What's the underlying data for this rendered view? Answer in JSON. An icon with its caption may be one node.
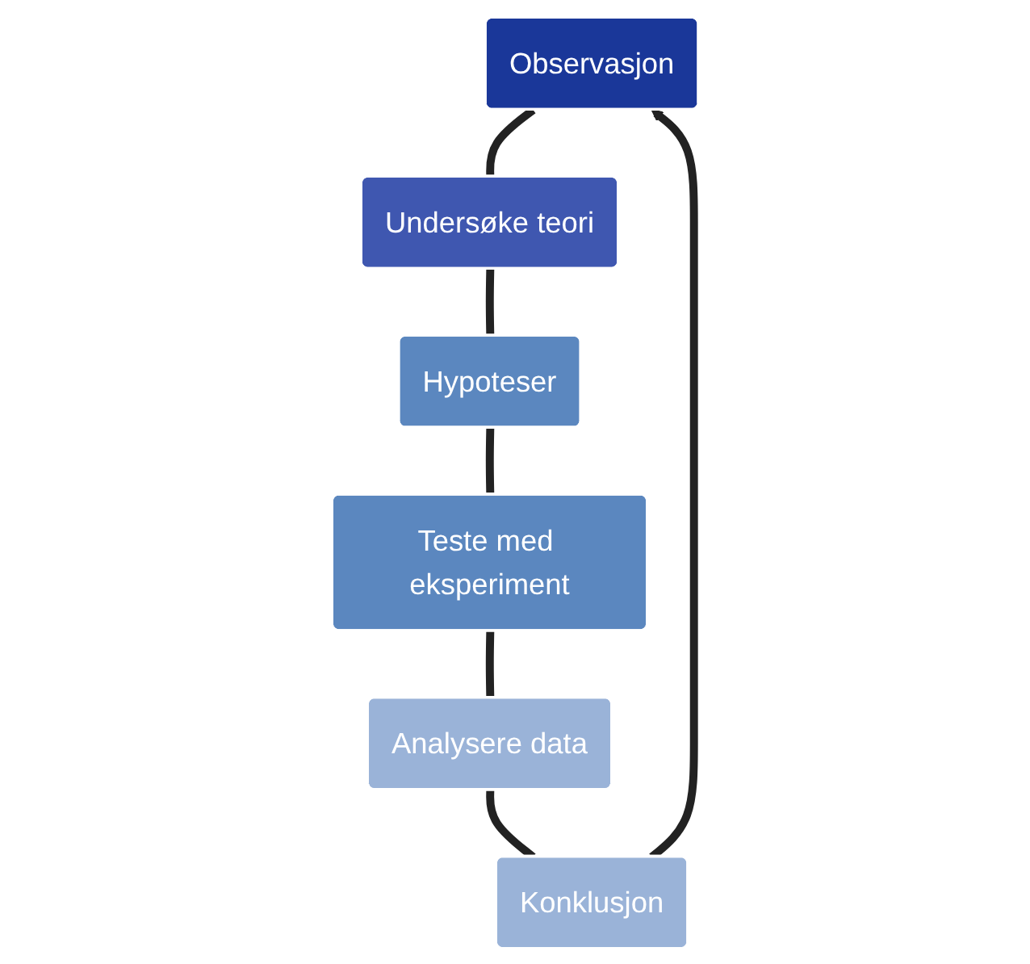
{
  "diagram": {
    "nodes": [
      {
        "text": [
          "Observasjon"
        ]
      },
      {
        "text": [
          "Undersøke teori"
        ]
      },
      {
        "text": [
          "Hypoteser"
        ]
      },
      {
        "text": [
          "Teste med eksperiment"
        ]
      },
      {
        "text": [
          "Analysere data"
        ]
      },
      {
        "text": [
          "Konklusjon"
        ]
      }
    ],
    "edges": [
      {
        "from": 0,
        "to": 1,
        "arrow": "none"
      },
      {
        "from": 1,
        "to": 2,
        "arrow": "none"
      },
      {
        "from": 2,
        "to": 3,
        "arrow": "none"
      },
      {
        "from": 3,
        "to": 4,
        "arrow": "none"
      },
      {
        "from": 4,
        "to": 5,
        "arrow": "none"
      },
      {
        "from": 5,
        "to": 0,
        "arrow": "to"
      }
    ]
  }
}
